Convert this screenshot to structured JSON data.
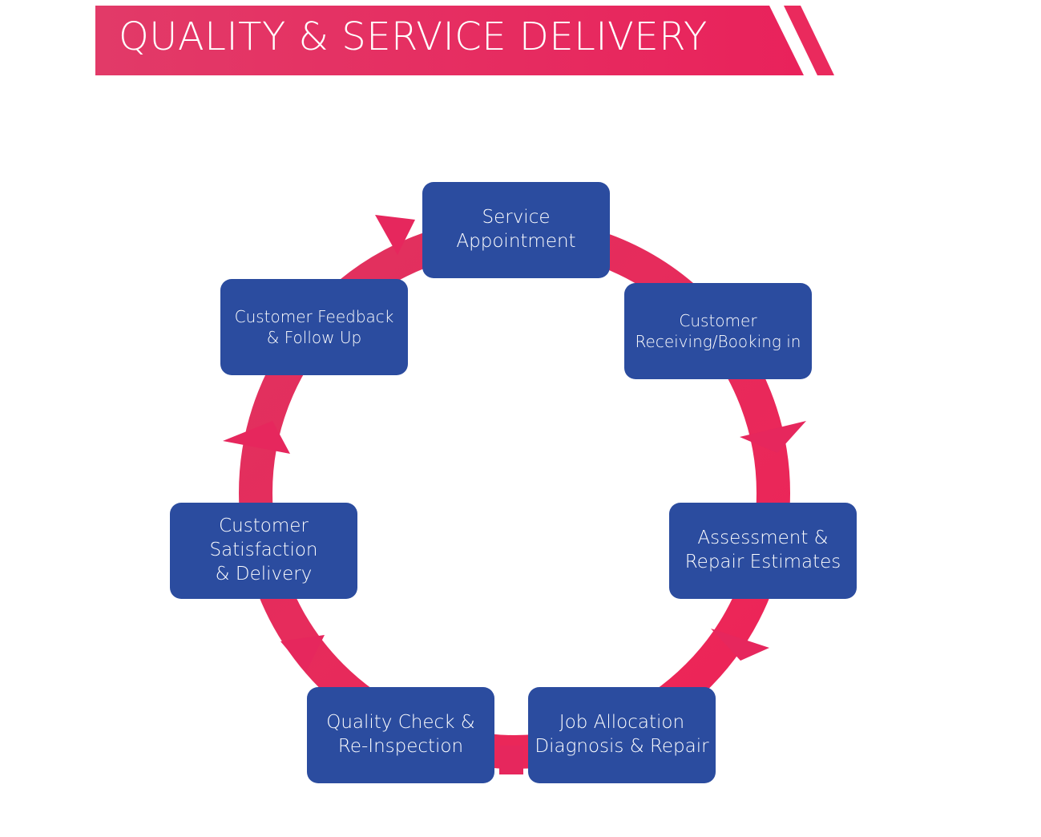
{
  "header": {
    "title": "QUALITY & SERVICE DELIVERY"
  },
  "colors": {
    "banner": "#e8336a",
    "arrow": "#e6275d",
    "node_fill": "#2b4c9f",
    "node_text": "#ffffff"
  },
  "cycle": {
    "steps": [
      {
        "label": "Service\nAppointment"
      },
      {
        "label": "Customer\nReceiving/Booking in"
      },
      {
        "label": "Assessment &\nRepair Estimates"
      },
      {
        "label": "Job Allocation\nDiagnosis & Repair"
      },
      {
        "label": "Quality Check &\nRe-Inspection"
      },
      {
        "label": "Customer\nSatisfaction\n& Delivery"
      },
      {
        "label": "Customer Feedback\n& Follow Up"
      }
    ]
  }
}
